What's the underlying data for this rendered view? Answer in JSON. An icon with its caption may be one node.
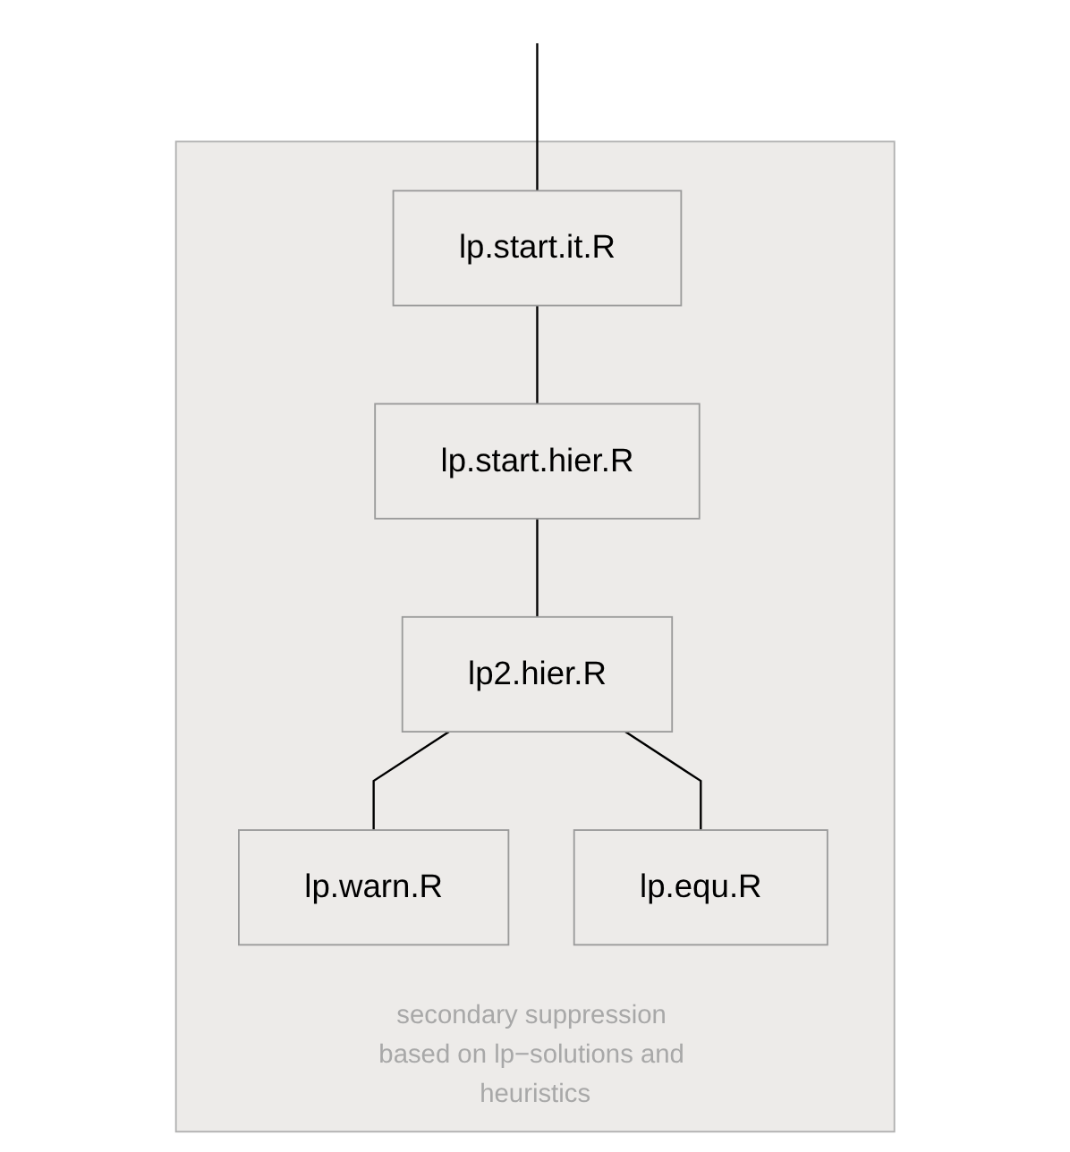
{
  "diagram": {
    "nodes": [
      {
        "text": [
          "secondary suppression based on lp−solutions and heuristics"
        ]
      },
      {
        "text": [
          "lp.start.it.R"
        ],
        "in": 0
      },
      {
        "text": [
          "lp.start.hier.R"
        ],
        "in": 0
      },
      {
        "text": [
          "lp2.hier.R"
        ],
        "in": 0
      },
      {
        "text": [
          "lp.warn.R"
        ],
        "in": 0
      },
      {
        "text": [
          "lp.equ.R"
        ],
        "in": 0
      }
    ],
    "edges": [
      {
        "from": null,
        "to": 1,
        "arrow": "none"
      },
      {
        "from": 1,
        "to": 2,
        "arrow": "none"
      },
      {
        "from": 2,
        "to": 3,
        "arrow": "none"
      },
      {
        "from": 3,
        "to": 4,
        "arrow": "none"
      },
      {
        "from": 3,
        "to": 5,
        "arrow": "none"
      }
    ]
  }
}
